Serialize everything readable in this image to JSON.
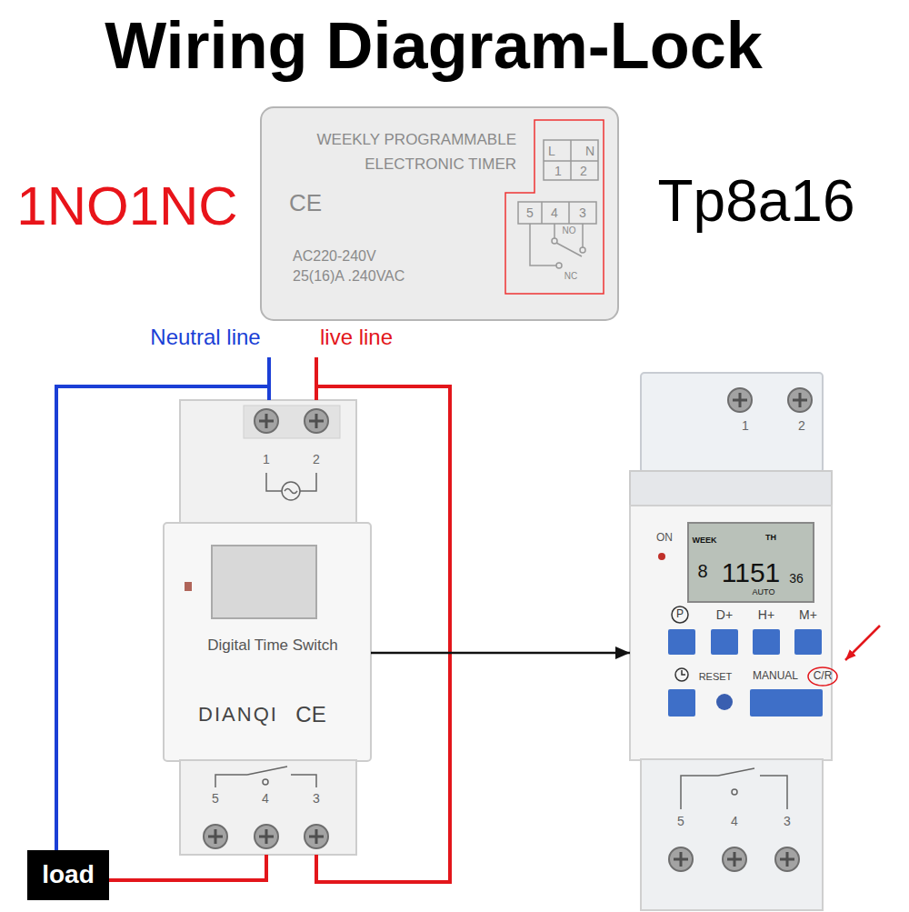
{
  "diagram": {
    "title": "Wiring Diagram-Lock",
    "nodes": [
      {
        "text": [
          "WEEKLY PROGRAMMABLE ELECTRONIC TIMER",
          "CE",
          "AC220-240V",
          "25(16)A .240VAC",
          "L",
          "N",
          "1",
          "2",
          "5",
          "4",
          "3",
          "NO",
          "NC"
        ]
      },
      {
        "text": [
          "1",
          "2",
          "Digital Time Switch",
          "DIANQI",
          "CE",
          "5",
          "4",
          "3"
        ]
      },
      {
        "text": [
          "load"
        ]
      },
      {
        "text": [
          "1",
          "2",
          "ON",
          "WEEK",
          "TH",
          "8",
          "1151",
          "36",
          "AUTO",
          "P",
          "D+",
          "H+",
          "M+",
          "RESET",
          "MANUAL",
          "C/R",
          "5",
          "4",
          "3"
        ]
      }
    ],
    "edges": [
      {
        "from": 1,
        "to": 2,
        "arrow": "none"
      },
      {
        "from": 2,
        "to": 1,
        "arrow": "none"
      },
      {
        "from": 1,
        "to": 3,
        "arrow": "to"
      }
    ],
    "labels": [
      "1NO1NC",
      "Tp8a16",
      "Neutral line",
      "live line"
    ]
  }
}
